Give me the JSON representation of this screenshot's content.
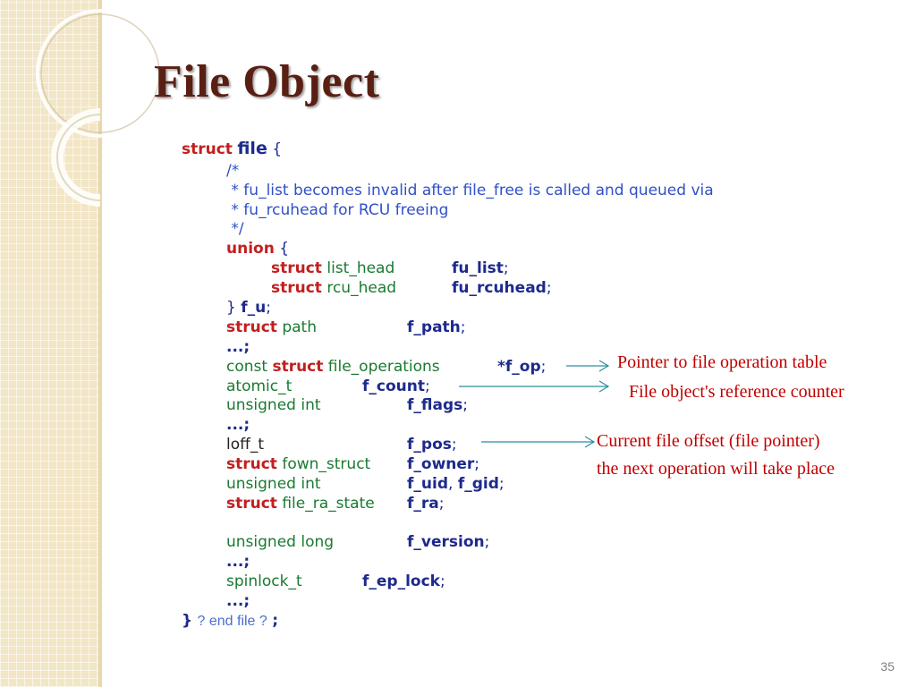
{
  "slide": {
    "title": "File Object",
    "page_number": "35"
  },
  "code": {
    "l1": {
      "kw": "struct",
      "name": "file",
      "brace": "{"
    },
    "l2": "/*",
    "l3": " * fu_list becomes invalid after file_free is called and queued via",
    "l4": " * fu_rcuhead for RCU freeing",
    "l5": " */",
    "l6": {
      "kw": "union",
      "brace": "{"
    },
    "l7": {
      "kw": "struct",
      "type": "list_head",
      "name": "fu_list",
      "end": ";"
    },
    "l8": {
      "kw": "struct",
      "type": "rcu_head",
      "name": "fu_rcuhead",
      "end": ";"
    },
    "l9": {
      "brace": "}",
      "name": "f_u",
      "end": ";"
    },
    "l10": {
      "kw": "struct",
      "type": "path",
      "name": "f_path",
      "end": ";"
    },
    "l11": "...;",
    "l12": {
      "pre": "const",
      "kw": "struct",
      "type": "file_operations",
      "name": "*f_op",
      "end": ";"
    },
    "l13": {
      "type": "atomic_t",
      "name": "f_count",
      "end": ";"
    },
    "l14": {
      "type": "unsigned int",
      "name": "f_flags",
      "end": ";"
    },
    "l15": "...;",
    "l16": {
      "type": "loff_t",
      "name": "f_pos",
      "end": ";"
    },
    "l17": {
      "kw": "struct",
      "type": "fown_struct",
      "name": "f_owner",
      "end": ";"
    },
    "l18": {
      "type": "unsigned int",
      "name1": "f_uid",
      "sep": ",",
      "name2": "f_gid",
      "end": ";"
    },
    "l19": {
      "kw": "struct",
      "type": "file_ra_state",
      "name": "f_ra",
      "end": ";"
    },
    "l20": {
      "type": "unsigned long",
      "name": "f_version",
      "end": ";"
    },
    "l21": "...;",
    "l22": {
      "type": "spinlock_t",
      "name": "f_ep_lock",
      "end": ";"
    },
    "l23": "...;",
    "l24": {
      "brace": "}",
      "comment": "? end file ?",
      "end": ";"
    }
  },
  "annotations": {
    "f_op": "Pointer to file operation table",
    "f_count": "File object's reference counter",
    "f_pos_1": "Current file offset (file pointer)",
    "f_pos_2": "the next operation will take place"
  },
  "colors": {
    "keyword": "#c21f1f",
    "type": "#1a7a30",
    "field": "#1d2a8c",
    "comment": "#3050c8",
    "annotation": "#c00000",
    "title": "#5a1f13",
    "side_panel": "#f3e6c6"
  }
}
